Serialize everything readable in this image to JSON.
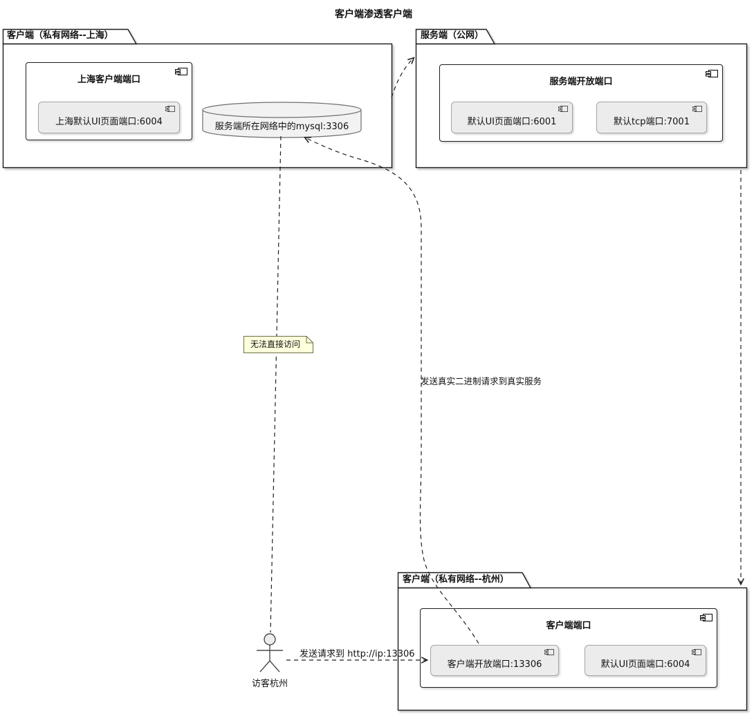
{
  "title": "客户端渗透客户端",
  "packages": [
    {
      "label": "客户端（私有网络--上海）"
    },
    {
      "label": "服务端（公网）"
    },
    {
      "label": "客户端（私有网络--杭州）"
    }
  ],
  "components": [
    {
      "title": "上海客户端端口",
      "ports": [
        "上海默认UI页面端口:6004"
      ]
    },
    {
      "title": "服务端开放端口",
      "ports": [
        "默认UI页面端口:6001",
        "默认tcp端口:7001"
      ]
    },
    {
      "title": "客户端端口",
      "ports": [
        "客户端开放端口:13306",
        "默认UI页面端口:6004"
      ]
    }
  ],
  "database": {
    "label": "服务端所在网络中的mysql:3306"
  },
  "note": {
    "text": "无法直接访问"
  },
  "actor": {
    "label": "访客杭州"
  },
  "edges": {
    "real_binary_label": "发送真实二进制请求到真实服务",
    "http_label": "发送请求到 http://ip:13306"
  },
  "colors": {
    "port_fill": "#ececec",
    "note_fill": "#feffdd",
    "line": "#1f1f1f",
    "cylinder_fill": "#f2f2f2"
  }
}
